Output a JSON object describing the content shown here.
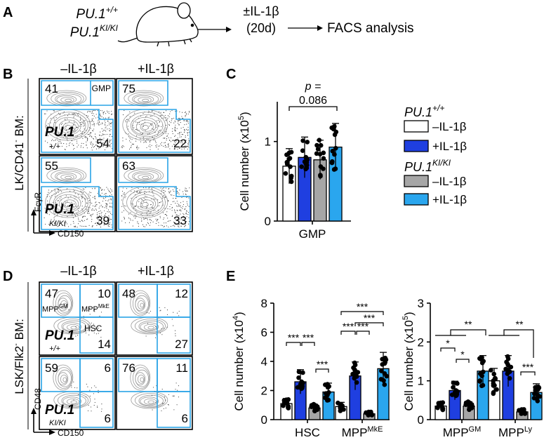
{
  "panels": {
    "A": "A",
    "B": "B",
    "C": "C",
    "D": "D",
    "E": "E"
  },
  "panelA": {
    "genotype_wt_base": "PU.1",
    "genotype_wt_sup": "+/+",
    "genotype_ki_base": "PU.1",
    "genotype_ki_sup": "KI/KI",
    "treatment_line1": "±IL-1β",
    "treatment_line2": "(20d)",
    "readout": "FACS analysis"
  },
  "panelB": {
    "col_minus": "–IL-1β",
    "col_plus": "+IL-1β",
    "row_label_main": "LK/CD41",
    "row_label_sup": "-",
    "row_label_tail": " BM:",
    "yaxis": "FcγR",
    "xaxis": "CD150",
    "gate_label": "GMP",
    "genotype_wt": "PU.1",
    "genotype_wt_sub": "+/+",
    "genotype_ki": "PU.1",
    "genotype_ki_sub": "KI/KI",
    "plots": [
      {
        "top": "41",
        "bottom": "54"
      },
      {
        "top": "75",
        "bottom": "22"
      },
      {
        "top": "55",
        "bottom": "39"
      },
      {
        "top": "63",
        "bottom": "33"
      }
    ]
  },
  "panelD": {
    "col_minus": "–IL-1β",
    "col_plus": "+IL-1β",
    "row_label_main": "LSK/Flk2",
    "row_label_sup": "-",
    "row_label_tail": " BM:",
    "yaxis": "CD48",
    "xaxis": "CD150",
    "gate_gm_base": "MPP",
    "gate_gm_sup": "GM",
    "gate_mke_base": "MPP",
    "gate_mke_sup": "MkE",
    "gate_hsc": "HSC",
    "genotype_wt": "PU.1",
    "genotype_wt_sub": "+/+",
    "genotype_ki": "PU.1",
    "genotype_ki_sub": "KI/KI",
    "plots": [
      {
        "tl": "47",
        "tr": "10",
        "br": "14"
      },
      {
        "tl": "48",
        "tr": "12",
        "br": "27"
      },
      {
        "tl": "59",
        "tr": "6",
        "br": "6"
      },
      {
        "tl": "76",
        "tr": "11",
        "br": "6"
      }
    ]
  },
  "legend": {
    "group_wt_base": "PU.1",
    "group_wt_sup": "+/+",
    "group_ki_base": "PU.1",
    "group_ki_sup": "KI/KI",
    "minus": "–IL-1β",
    "plus": "+IL-1β"
  },
  "colors": {
    "wt_minus": "#ffffff",
    "wt_plus": "#1f3fe0",
    "ki_minus": "#a6a6a6",
    "ki_plus": "#2aa6ee",
    "gate": "#29a3e6"
  },
  "chart_data": [
    {
      "type": "bar",
      "ylabel_base": "Cell number (x10",
      "ylabel_sup": "5",
      "ylabel_tail": ")",
      "ylim": [
        0,
        1.5
      ],
      "yticks": [
        "0",
        "1"
      ],
      "categories": [
        "GMP"
      ],
      "series": [
        {
          "name": "PU.1+/+ –IL-1β",
          "values": [
            0.69
          ]
        },
        {
          "name": "PU.1+/+ +IL-1β",
          "values": [
            0.8
          ]
        },
        {
          "name": "PU.1KI/KI –IL-1β",
          "values": [
            0.77
          ]
        },
        {
          "name": "PU.1KI/KI +IL-1β",
          "values": [
            0.93
          ]
        }
      ],
      "annotation_line1": "p =",
      "annotation_line2": "0.086"
    },
    {
      "type": "bar",
      "ylabel_base": "Cell number (x10",
      "ylabel_sup": "4",
      "ylabel_tail": ")",
      "ylim": [
        0,
        8
      ],
      "yticks": [
        "0",
        "2",
        "4",
        "6",
        "8"
      ],
      "categories": [
        "HSC",
        "MPP"
      ],
      "category_sups": [
        "",
        "MkE"
      ],
      "series": [
        {
          "name": "PU.1+/+ –IL-1β",
          "values": [
            1.1,
            0.9
          ]
        },
        {
          "name": "PU.1+/+ +IL-1β",
          "values": [
            2.6,
            3.0
          ]
        },
        {
          "name": "PU.1KI/KI –IL-1β",
          "values": [
            0.8,
            0.4
          ]
        },
        {
          "name": "PU.1KI/KI +IL-1β",
          "values": [
            1.9,
            3.5
          ]
        }
      ],
      "significance": [
        "***",
        "***",
        "***",
        "***",
        "***",
        "***",
        "***"
      ]
    },
    {
      "type": "bar",
      "ylabel_base": "Cell number (x10",
      "ylabel_sup": "5",
      "ylabel_tail": ")",
      "ylim": [
        0,
        3
      ],
      "yticks": [
        "0",
        "1",
        "2",
        "3"
      ],
      "categories": [
        "MPP",
        "MPP"
      ],
      "category_sups": [
        "GM",
        "Ly"
      ],
      "series": [
        {
          "name": "PU.1+/+ –IL-1β",
          "values": [
            0.35,
            1.0
          ]
        },
        {
          "name": "PU.1+/+ +IL-1β",
          "values": [
            0.75,
            1.25
          ]
        },
        {
          "name": "PU.1KI/KI –IL-1β",
          "values": [
            0.35,
            0.2
          ]
        },
        {
          "name": "PU.1KI/KI +IL-1β",
          "values": [
            1.25,
            0.7
          ]
        }
      ],
      "significance": [
        "*",
        "*",
        "**",
        "**",
        "***"
      ]
    }
  ]
}
